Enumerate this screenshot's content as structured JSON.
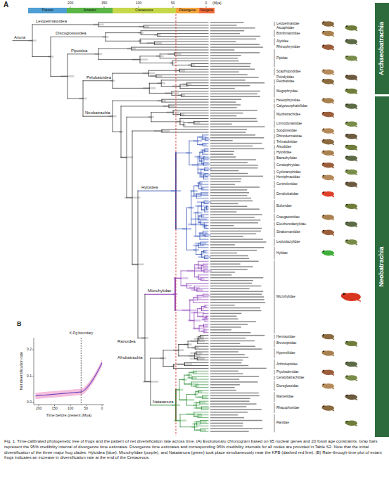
{
  "diagram": {
    "caption": "Fig. 1. Time-calibrated phylogenetic tree of frogs and the pattern of net diversification rate across time. (A) Evolutionary chronogram based on 95 nuclear genes and 20 fossil age constraints. Gray bars represent the 95% credibility interval of divergence time estimates. Divergence time estimates and corresponding 95% credibility intervals for all nodes are provided in Table S2. Note that the initial diversification of the three major frog clades: Hyloidea (blue), Microhylidae (purple), and Natatanura (green) took place simultaneously near the KPB (dashed red line). (B) Rate-through-time plot of extant frogs indicates an increase in diversification rate at the end of the Cretaceous.",
    "nodes": [
      {
        "text": [
          "Triassic"
        ]
      },
      {
        "text": [
          "Jurassic"
        ]
      },
      {
        "text": [
          "Cretaceous"
        ]
      },
      {
        "text": [
          "Paleogene"
        ]
      },
      {
        "text": [
          "Neogene"
        ]
      },
      {
        "text": [
          "Archaeobatrachia"
        ]
      },
      {
        "text": [
          "Neobatrachia"
        ]
      }
    ],
    "labels": [
      "A",
      "200",
      "150",
      "100",
      "50",
      "0",
      "(Mya)",
      "Leiopelmatoidea",
      "Anura",
      "Discoglossoidea",
      "Pipoidea",
      "Pelobatoidea",
      "Neobatrachia",
      "Hyloidea",
      "Microhylidae",
      "Ranoidea",
      "Afrobatrachia",
      "Natatanura",
      "Leiopelmatidae",
      "Ascaphidae",
      "Bombinatoridae",
      "Alytidae",
      "Rhinophrynidae",
      "Pipidae",
      "Scaphiopodidae",
      "Pelodytidae",
      "Pelobatidae",
      "Megophryidae",
      "Heleophrynidae",
      "Calyptocephalellidae",
      "Myobatrachidae",
      "Limnodynastidae",
      "Sooglossidae",
      "Rhinodermatidae",
      "Telmatobiidae",
      "Alsodidae",
      "Hylodidae",
      "Batrachylidae",
      "Ceratophryidae",
      "Cycloramphidae",
      "Hemiphractidae",
      "Centrolenidae",
      "Dendrobatidae",
      "Bufonidae",
      "Craugastoridae",
      "Eleutherodactylidae",
      "Strabomantidae",
      "Leptodactylidae",
      "Hylidae",
      "Microhylidae",
      "Hemisotidae",
      "Brevicipitidae",
      "Hyperoliidae",
      "Arthroleptidae",
      "Ptychadenidae",
      "Ceratobatrachidae",
      "Dicroglossidae",
      "Mantellidae",
      "Rhacophoridae",
      "Ranidae",
      "B",
      "K-Pg boundary",
      "Net diversification rate",
      "Time before present (Mya)",
      "0.2",
      "0.1",
      "0.0",
      "200",
      "150",
      "100",
      "50",
      "0"
    ]
  }
}
